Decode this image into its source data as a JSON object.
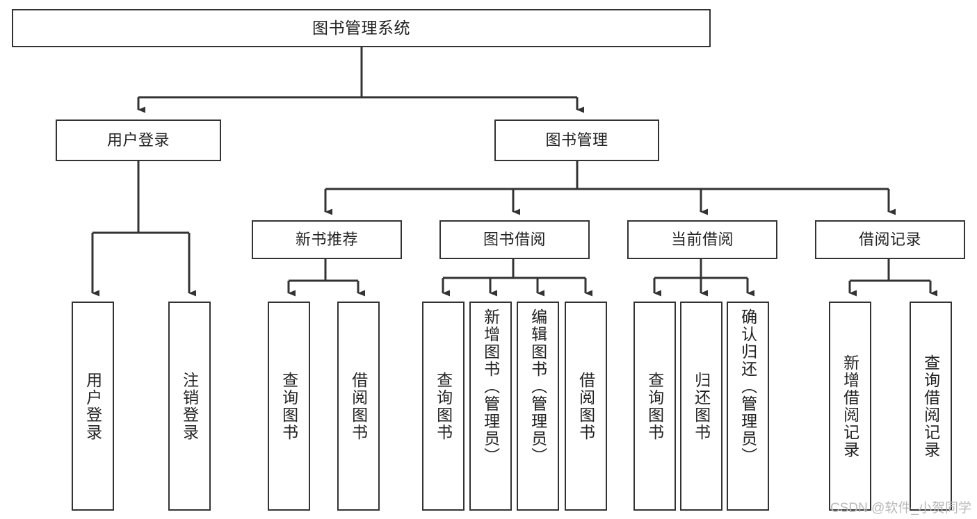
{
  "diagram": {
    "type": "tree",
    "title": "图书管理系统",
    "watermark": "CSDN @软件_小贺同学",
    "colors": {
      "background": "#ffffff",
      "border": "#333333",
      "text": "#222222",
      "edge": "#333333",
      "watermark": "#b9b9b9"
    },
    "nodes": {
      "root": {
        "label": "图书管理系统"
      },
      "level2": [
        {
          "id": "user-login",
          "label": "用户登录"
        },
        {
          "id": "book-management",
          "label": "图书管理"
        }
      ],
      "level3": [
        {
          "id": "new-book-recommend",
          "label": "新书推荐"
        },
        {
          "id": "book-borrow",
          "label": "图书借阅"
        },
        {
          "id": "current-borrow",
          "label": "当前借阅"
        },
        {
          "id": "borrow-record",
          "label": "借阅记录"
        }
      ],
      "leaves": {
        "user_login": [
          {
            "id": "leaf-user-login",
            "label": "用户登录"
          },
          {
            "id": "leaf-logout-login",
            "label": "注销登录"
          }
        ],
        "new_book_recommend": [
          {
            "id": "leaf-query-book-1",
            "label": "查询图书"
          },
          {
            "id": "leaf-borrow-book-1",
            "label": "借阅图书"
          }
        ],
        "book_borrow": [
          {
            "id": "leaf-query-book-2",
            "label": "查询图书"
          },
          {
            "id": "leaf-add-book",
            "label": "新增图书（管理员）"
          },
          {
            "id": "leaf-edit-book",
            "label": "编辑图书（管理员）"
          },
          {
            "id": "leaf-borrow-book-2",
            "label": "借阅图书"
          }
        ],
        "current_borrow": [
          {
            "id": "leaf-query-book-3",
            "label": "查询图书"
          },
          {
            "id": "leaf-return-book",
            "label": "归还图书"
          },
          {
            "id": "leaf-confirm-return",
            "label": "确认归还（管理员）"
          }
        ],
        "borrow_record": [
          {
            "id": "leaf-add-record",
            "label": "新增借阅记录"
          },
          {
            "id": "leaf-query-record",
            "label": "查询借阅记录"
          }
        ]
      }
    }
  }
}
